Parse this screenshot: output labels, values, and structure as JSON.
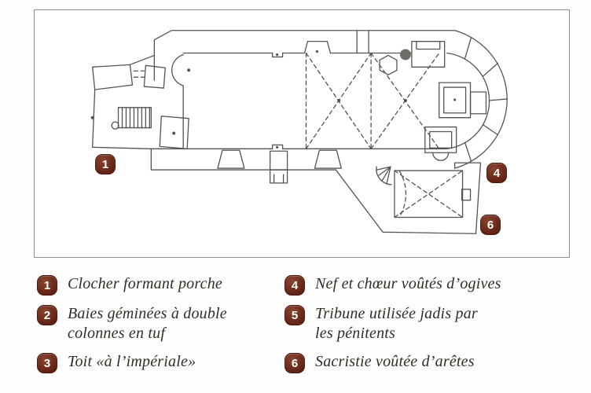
{
  "plan": {
    "name": "church-floor-plan",
    "colors": {
      "line": "#56534e",
      "frame_border": "#90908e",
      "badge": "#6b2a1b",
      "badge_text": "#ffffff",
      "legend_text": "#312e2a"
    },
    "badges": [
      {
        "number": "1"
      },
      {
        "number": "4"
      },
      {
        "number": "6"
      }
    ]
  },
  "legend": {
    "items": [
      {
        "number": "1",
        "label": "Clocher formant porche"
      },
      {
        "number": "2",
        "label": "Baies géminées à double\ncolonnes en tuf"
      },
      {
        "number": "3",
        "label": "Toit «à l’impériale»"
      },
      {
        "number": "4",
        "label": "Nef et chœur voûtés d’ogives"
      },
      {
        "number": "5",
        "label": "Tribune utilisée jadis par\nles pénitents"
      },
      {
        "number": "6",
        "label": "Sacristie voûtée d’arêtes"
      }
    ]
  }
}
